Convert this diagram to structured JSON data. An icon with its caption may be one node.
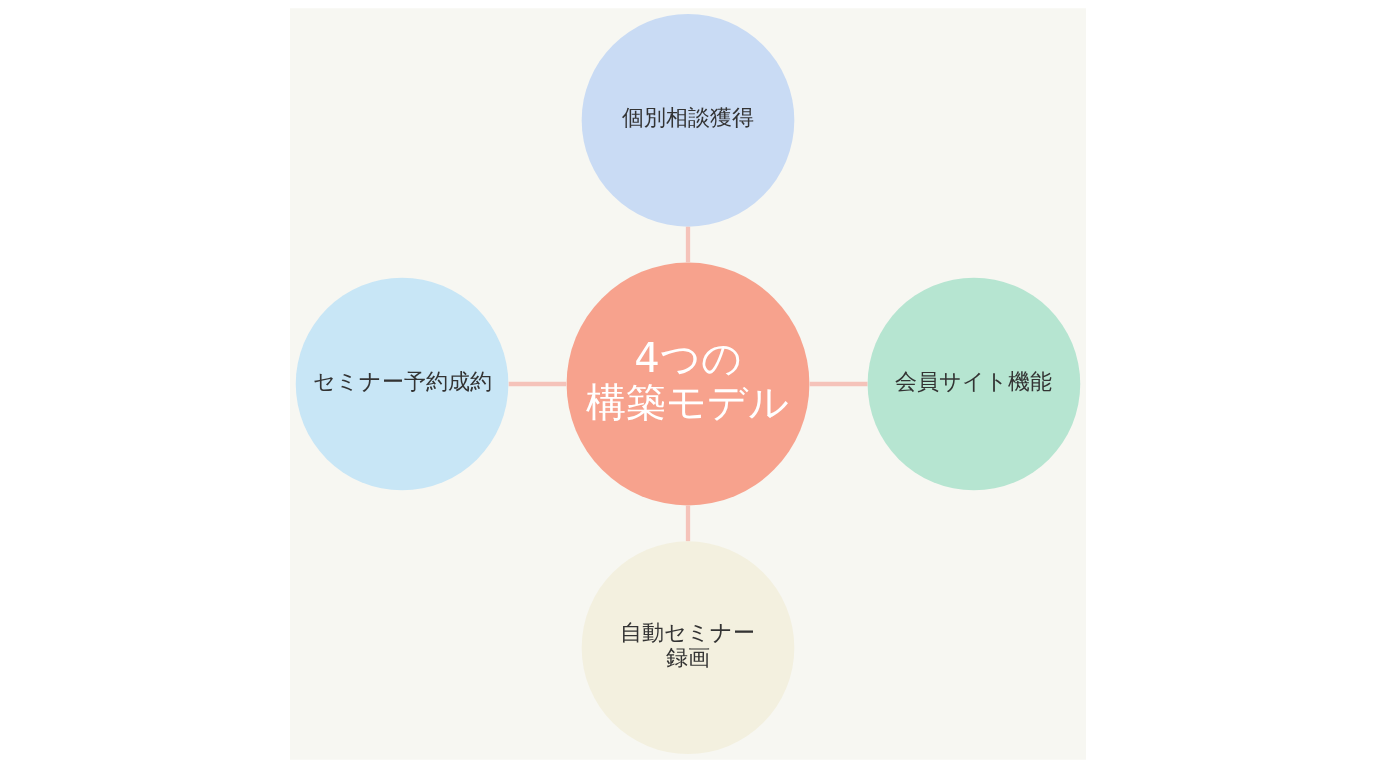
{
  "diagram": {
    "nodes": [
      {
        "text": [
          "個別相談獲得"
        ]
      },
      {
        "text": [
          "セミナー予約成約"
        ]
      },
      {
        "text": [
          "4つの構築モデル"
        ]
      },
      {
        "text": [
          "会員サイト機能"
        ]
      },
      {
        "text": [
          "自動セミナー録画"
        ]
      }
    ],
    "edges": [
      {
        "from": 0,
        "to": 2,
        "arrow": "none"
      },
      {
        "from": 1,
        "to": 2,
        "arrow": "none"
      },
      {
        "from": 2,
        "to": 3,
        "arrow": "none"
      },
      {
        "from": 2,
        "to": 4,
        "arrow": "none"
      }
    ]
  }
}
